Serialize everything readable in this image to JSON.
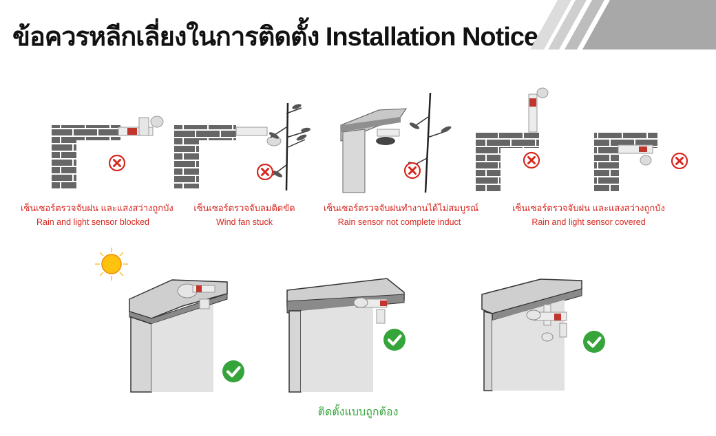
{
  "title": "ข้อควรหลีกเลี่ยงในการติดตั้ง Installation Notice",
  "colors": {
    "accent_red": "#d7261e",
    "ok_green": "#35a43a",
    "wall": "#d3d3d3",
    "brick": "#666666"
  },
  "wrong_cases": [
    {
      "th": "เซ็นเซอร์ตรวจจับฝน และแสงสว่างถูกบัง",
      "en": "Rain and light sensor blocked",
      "icon": "x-mark-icon"
    },
    {
      "th": "เซ็นเซอร์ตรวจจับลมติดขัด",
      "en": "Wind fan stuck",
      "icon": "x-mark-icon"
    },
    {
      "th": "เซ็นเซอร์ตรวจจับฝนทำงานได้ไม่สมบูรณ์",
      "en": "Rain sensor not complete induct",
      "icon": "x-mark-icon"
    },
    {
      "th": "เซ็นเซอร์ตรวจจับฝน และแสงสว่างถูกบัง",
      "en": "Rain and light sensor covered",
      "icon": "x-mark-icon"
    }
  ],
  "correct_footer": "ติดตั้งแบบถูกต้อง",
  "icons": {
    "check": "check-mark-icon",
    "sun": "sun-icon"
  }
}
